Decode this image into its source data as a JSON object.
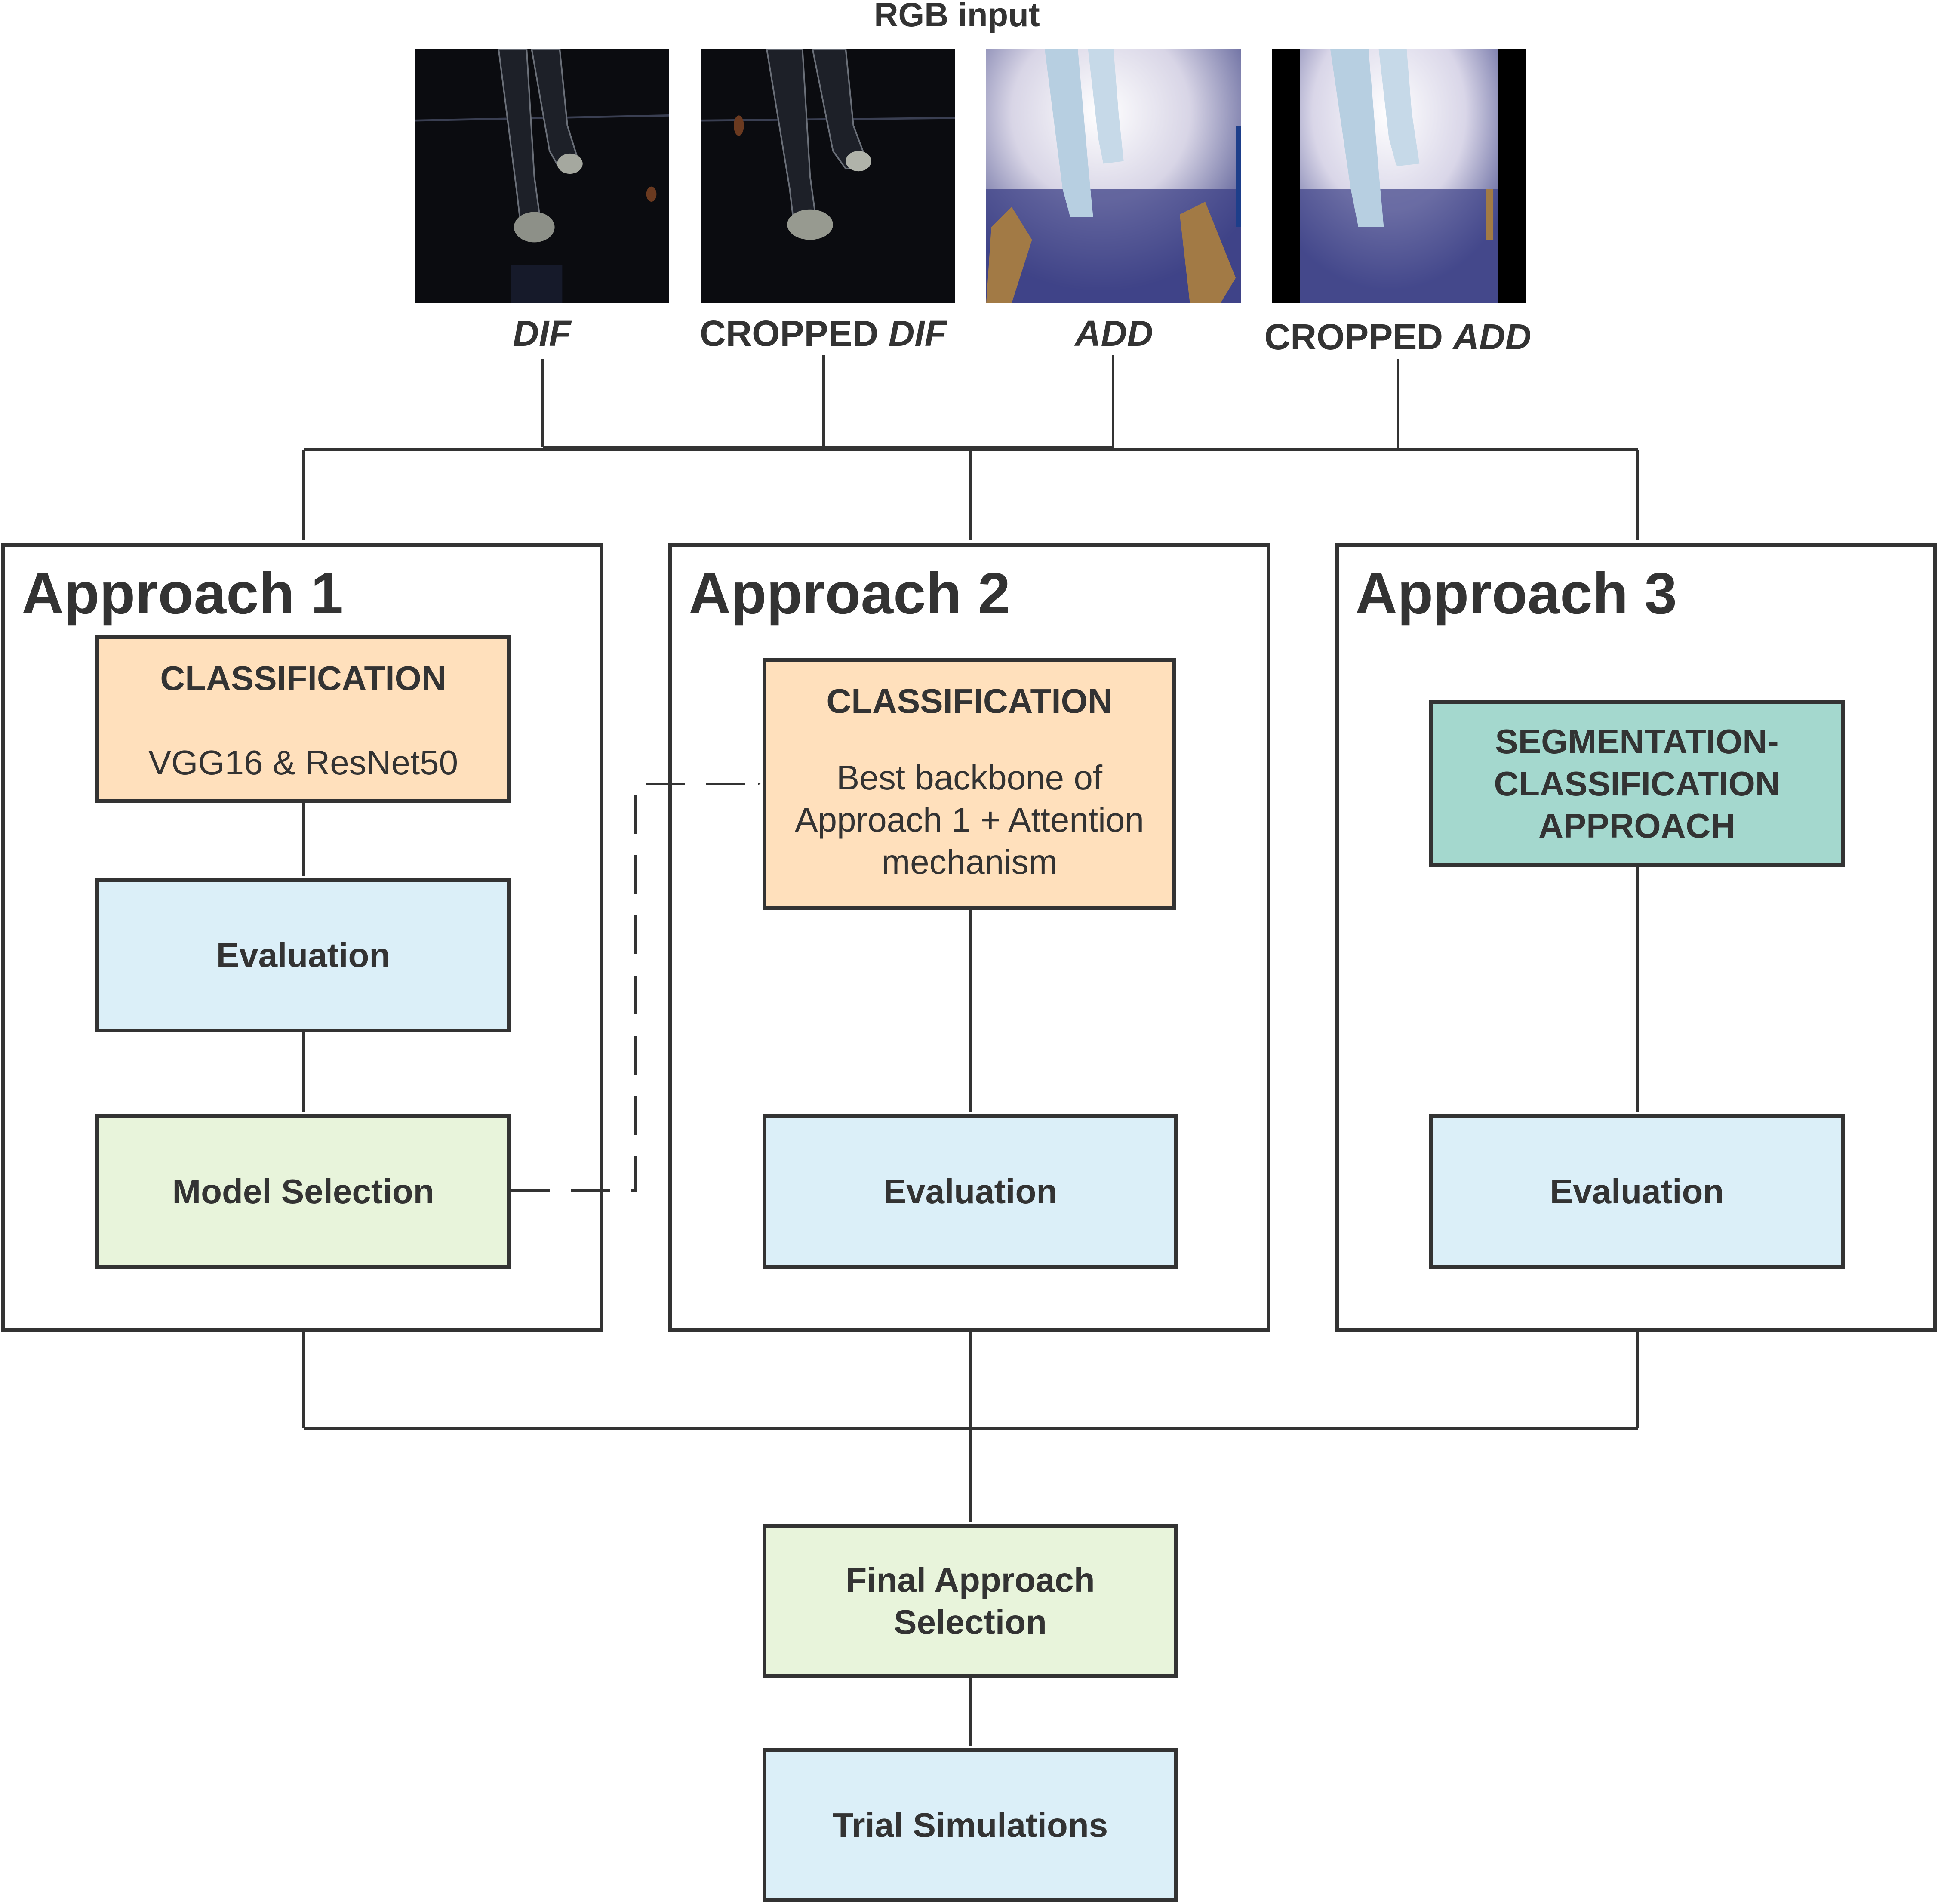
{
  "header": {
    "title": "RGB input"
  },
  "inputs": [
    {
      "label_pre": "",
      "label_em": "DIF",
      "image": "DIF difference frame (dark, walking legs)"
    },
    {
      "label_pre": "CROPPED ",
      "label_em": "DIF",
      "image": "Cropped DIF frame"
    },
    {
      "label_pre": "",
      "label_em": "ADD",
      "image": "ADD frame (bright, jeans and floor)"
    },
    {
      "label_pre": "CROPPED ",
      "label_em": "ADD",
      "image": "Cropped ADD frame"
    }
  ],
  "approach1": {
    "title": "Approach 1",
    "classification": {
      "title": "CLASSIFICATION",
      "text": "VGG16 & ResNet50"
    },
    "evaluation": "Evaluation",
    "model_selection": "Model Selection"
  },
  "approach2": {
    "title": "Approach 2",
    "classification": {
      "title": "CLASSIFICATION",
      "text": "Best backbone of Approach 1 + Attention mechanism"
    },
    "evaluation": "Evaluation"
  },
  "approach3": {
    "title": "Approach 3",
    "segmentation": "SEGMENTATION-CLASSIFICATION APPROACH",
    "evaluation": "Evaluation"
  },
  "final": {
    "selection": "Final Approach Selection",
    "trial": "Trial Simulations"
  },
  "colors": {
    "stroke": "#333333",
    "orange": "#ffe0bc",
    "blue": "#dbeff8",
    "green": "#e8f4db",
    "teal": "#a4d8ce"
  }
}
